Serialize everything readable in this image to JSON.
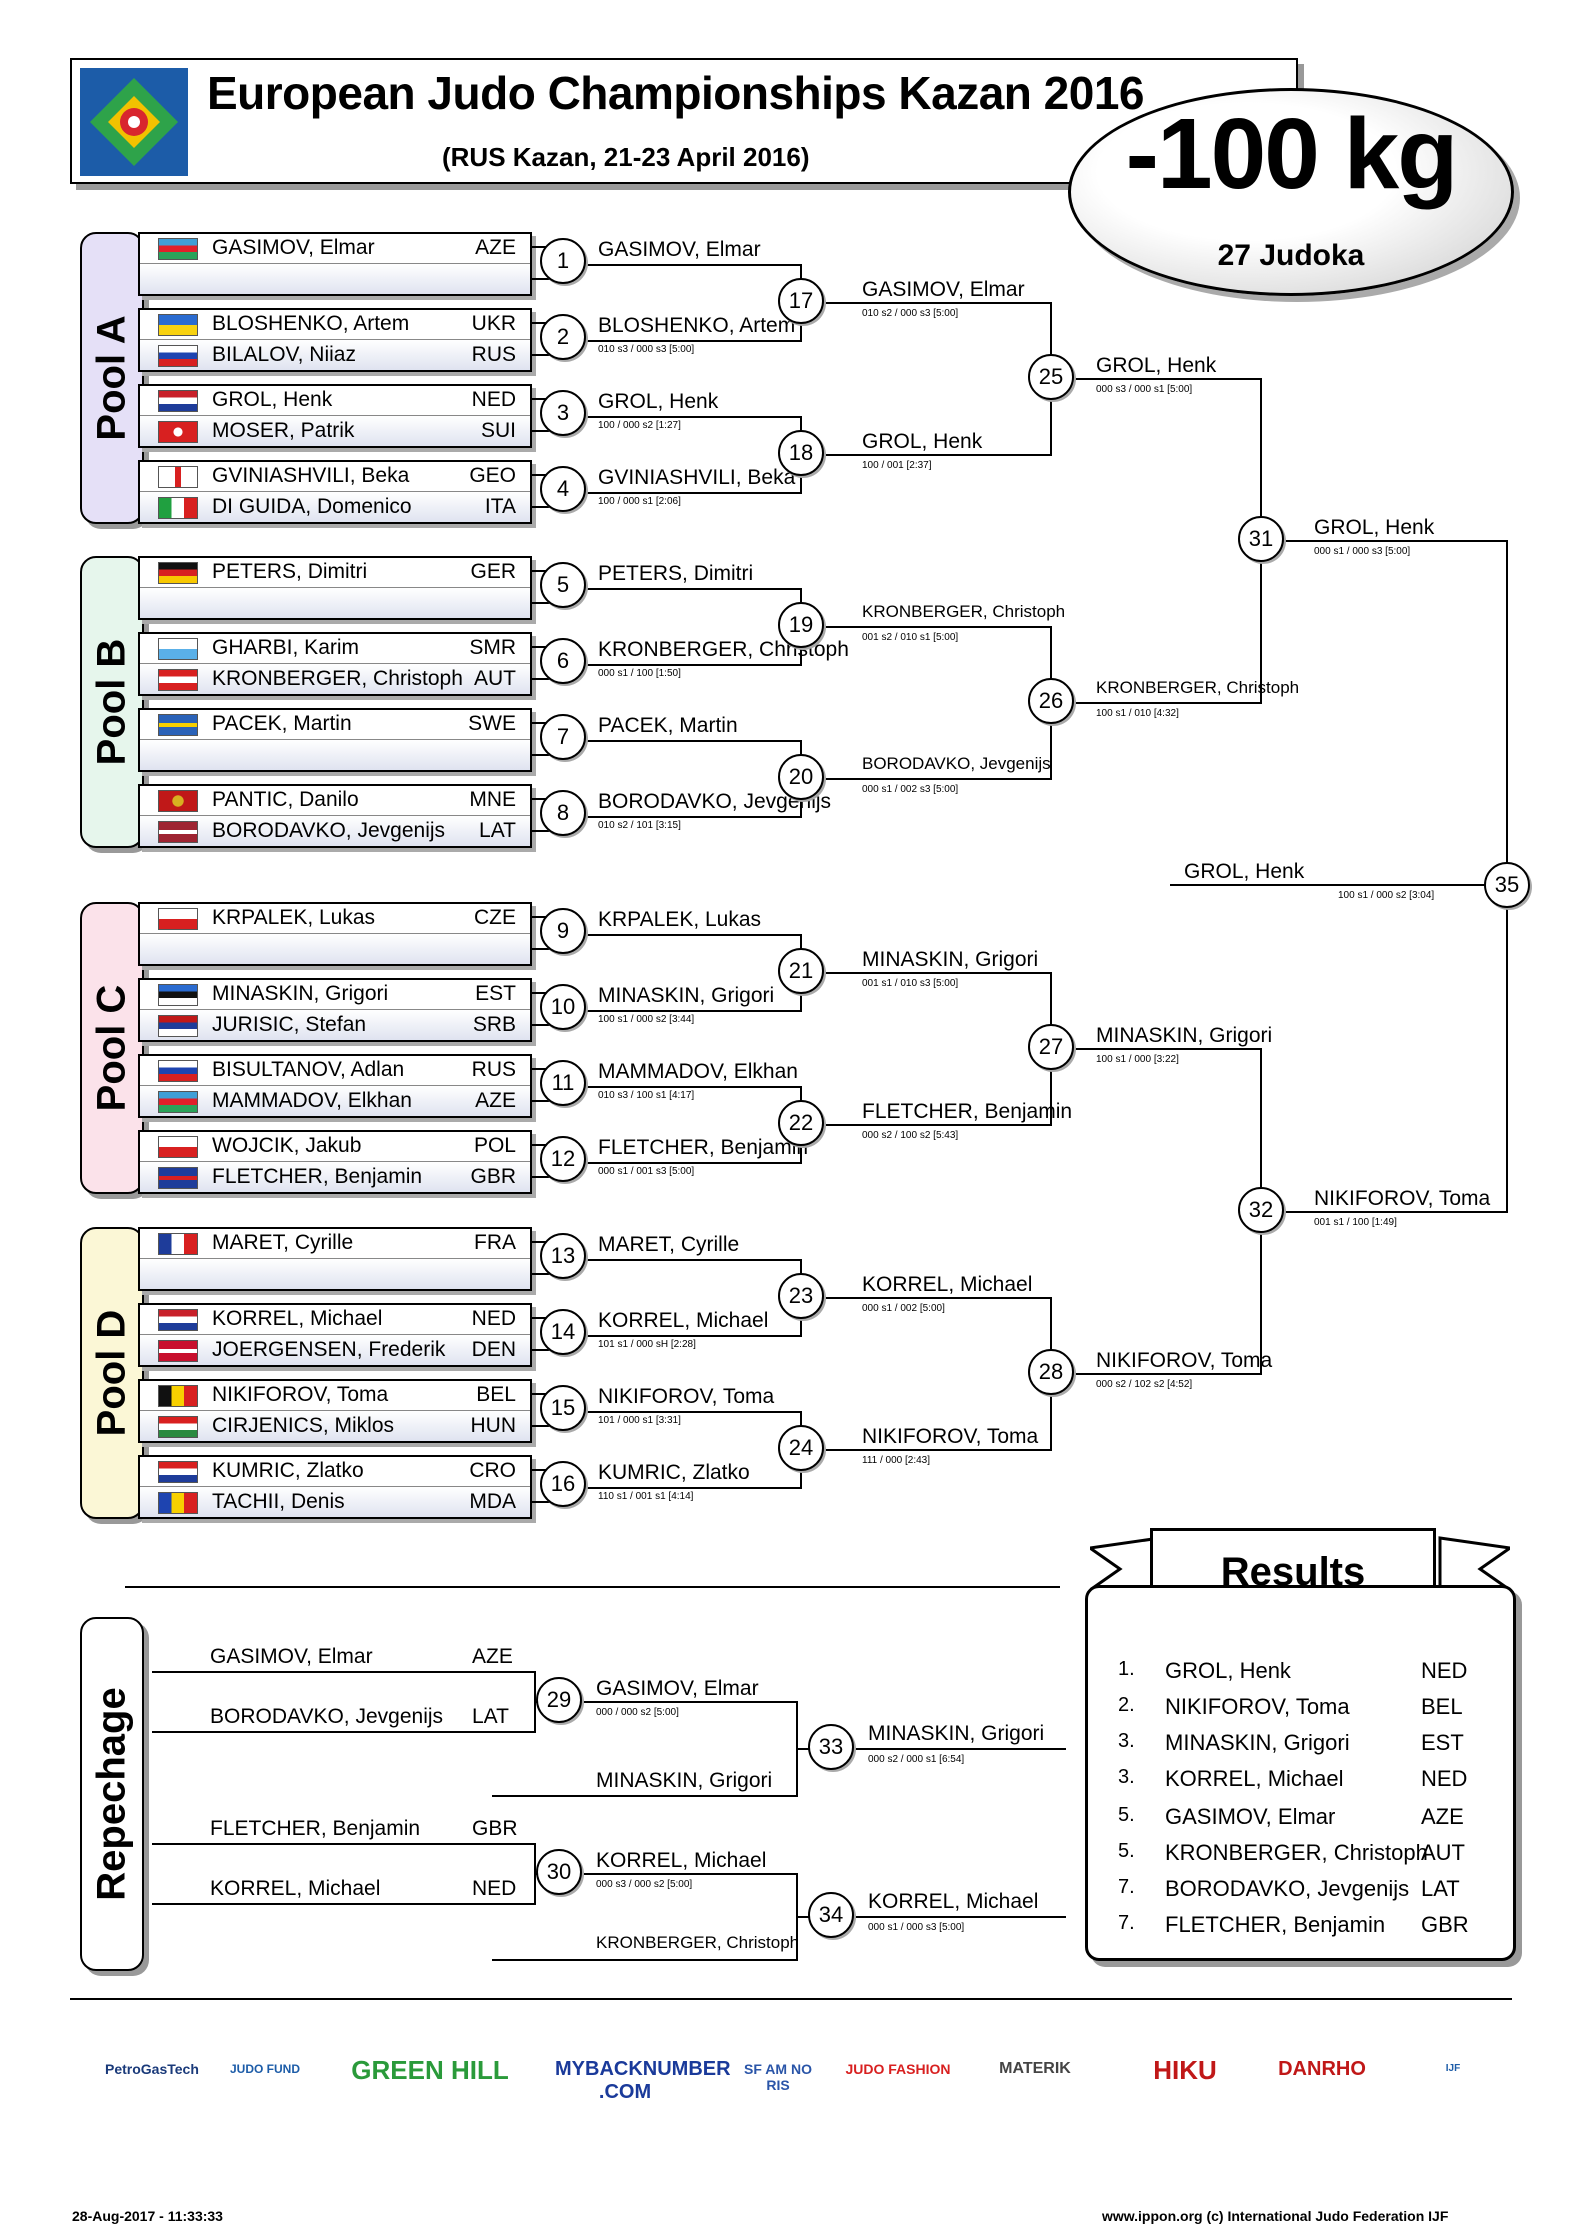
{
  "header": {
    "title": "European Judo Championships Kazan 2016",
    "subtitle": "(RUS Kazan, 21-23 April 2016)",
    "weight": "-100 kg",
    "judoka": "27 Judoka"
  },
  "colors": {
    "poolA": "#e5e0f7",
    "poolB": "#e6f6ec",
    "poolC": "#fbe2ea",
    "poolD": "#fbf7d6"
  },
  "pools": [
    {
      "label": "Pool A",
      "entries": [
        {
          "n1": "GASIMOV, Elmar",
          "c1": "AZE",
          "n2": "",
          "c2": ""
        },
        {
          "n1": "BLOSHENKO, Artem",
          "c1": "UKR",
          "n2": "BILALOV, Niiaz",
          "c2": "RUS"
        },
        {
          "n1": "GROL, Henk",
          "c1": "NED",
          "n2": "MOSER, Patrik",
          "c2": "SUI"
        },
        {
          "n1": "GVINIASHVILI, Beka",
          "c1": "GEO",
          "n2": "DI GUIDA, Domenico",
          "c2": "ITA"
        }
      ]
    },
    {
      "label": "Pool B",
      "entries": [
        {
          "n1": "PETERS, Dimitri",
          "c1": "GER",
          "n2": "",
          "c2": ""
        },
        {
          "n1": "GHARBI, Karim",
          "c1": "SMR",
          "n2": "KRONBERGER, Christoph",
          "c2": "AUT"
        },
        {
          "n1": "PACEK, Martin",
          "c1": "SWE",
          "n2": "",
          "c2": ""
        },
        {
          "n1": "PANTIC, Danilo",
          "c1": "MNE",
          "n2": "BORODAVKO, Jevgenijs",
          "c2": "LAT"
        }
      ]
    },
    {
      "label": "Pool C",
      "entries": [
        {
          "n1": "KRPALEK, Lukas",
          "c1": "CZE",
          "n2": "",
          "c2": ""
        },
        {
          "n1": "MINASKIN, Grigori",
          "c1": "EST",
          "n2": "JURISIC, Stefan",
          "c2": "SRB"
        },
        {
          "n1": "BISULTANOV, Adlan",
          "c1": "RUS",
          "n2": "MAMMADOV, Elkhan",
          "c2": "AZE"
        },
        {
          "n1": "WOJCIK, Jakub",
          "c1": "POL",
          "n2": "FLETCHER, Benjamin",
          "c2": "GBR"
        }
      ]
    },
    {
      "label": "Pool D",
      "entries": [
        {
          "n1": "MARET, Cyrille",
          "c1": "FRA",
          "n2": "",
          "c2": ""
        },
        {
          "n1": "KORREL, Michael",
          "c1": "NED",
          "n2": "JOERGENSEN, Frederik",
          "c2": "DEN"
        },
        {
          "n1": "NIKIFOROV, Toma",
          "c1": "BEL",
          "n2": "CIRJENICS, Miklos",
          "c2": "HUN"
        },
        {
          "n1": "KUMRIC, Zlatko",
          "c1": "CRO",
          "n2": "TACHII, Denis",
          "c2": "MDA"
        }
      ]
    }
  ],
  "r1": [
    {
      "num": "1",
      "w": "GASIMOV, Elmar",
      "s": ""
    },
    {
      "num": "2",
      "w": "BLOSHENKO, Artem",
      "s": "010 s3 / 000 s3 [5:00]"
    },
    {
      "num": "3",
      "w": "GROL, Henk",
      "s": "100  / 000 s2 [1:27]"
    },
    {
      "num": "4",
      "w": "GVINIASHVILI, Beka",
      "s": "100  / 000 s1 [2:06]"
    },
    {
      "num": "5",
      "w": "PETERS, Dimitri",
      "s": ""
    },
    {
      "num": "6",
      "w": "KRONBERGER, Christoph",
      "s": "000 s1 / 100  [1:50]"
    },
    {
      "num": "7",
      "w": "PACEK, Martin",
      "s": ""
    },
    {
      "num": "8",
      "w": "BORODAVKO, Jevgenijs",
      "s": "010 s2 / 101  [3:15]"
    },
    {
      "num": "9",
      "w": "KRPALEK, Lukas",
      "s": ""
    },
    {
      "num": "10",
      "w": "MINASKIN, Grigori",
      "s": "100 s1 / 000 s2 [3:44]"
    },
    {
      "num": "11",
      "w": "MAMMADOV, Elkhan",
      "s": "010 s3 / 100 s1 [4:17]"
    },
    {
      "num": "12",
      "w": "FLETCHER, Benjamin",
      "s": "000 s1 / 001 s3 [5:00]"
    },
    {
      "num": "13",
      "w": "MARET, Cyrille",
      "s": ""
    },
    {
      "num": "14",
      "w": "KORREL, Michael",
      "s": "101 s1 / 000 sH [2:28]"
    },
    {
      "num": "15",
      "w": "NIKIFOROV, Toma",
      "s": "101  / 000 s1 [3:31]"
    },
    {
      "num": "16",
      "w": "KUMRIC, Zlatko",
      "s": "110 s1 / 001 s1 [4:14]"
    }
  ],
  "r2": [
    {
      "num": "17",
      "w": "GASIMOV, Elmar",
      "s": "010 s2 / 000 s3 [5:00]"
    },
    {
      "num": "18",
      "w": "GROL, Henk",
      "s": "100  / 001  [2:37]"
    },
    {
      "num": "19",
      "w": "KRONBERGER, Christoph",
      "s": "001 s2 / 010 s1 [5:00]"
    },
    {
      "num": "20",
      "w": "BORODAVKO, Jevgenijs",
      "s": "000 s1 / 002 s3 [5:00]"
    },
    {
      "num": "21",
      "w": "MINASKIN, Grigori",
      "s": "001 s1 / 010 s3 [5:00]"
    },
    {
      "num": "22",
      "w": "FLETCHER, Benjamin",
      "s": "000 s2 / 100 s2 [5:43]"
    },
    {
      "num": "23",
      "w": "KORREL, Michael",
      "s": "000 s1 / 002  [5:00]"
    },
    {
      "num": "24",
      "w": "NIKIFOROV, Toma",
      "s": "111  / 000  [2:43]"
    }
  ],
  "r3": [
    {
      "num": "25",
      "w": "GROL, Henk",
      "s": "000 s3 / 000 s1 [5:00]"
    },
    {
      "num": "26",
      "w": "KRONBERGER, Christoph",
      "s": "100 s1 / 010  [4:32]"
    },
    {
      "num": "27",
      "w": "MINASKIN, Grigori",
      "s": "100 s1 / 000  [3:22]"
    },
    {
      "num": "28",
      "w": "NIKIFOROV, Toma",
      "s": "000 s2 / 102 s2 [4:52]"
    }
  ],
  "r4": [
    {
      "num": "31",
      "w": "GROL, Henk",
      "s": "000 s1 / 000 s3 [5:00]"
    },
    {
      "num": "32",
      "w": "NIKIFOROV, Toma",
      "s": "001 s1 / 100  [1:49]"
    }
  ],
  "final": {
    "num": "35",
    "w": "GROL, Henk",
    "s": "100 s1 / 000 s2 [3:04]"
  },
  "repechage": {
    "label": "Repechage",
    "entrants": [
      {
        "n": "GASIMOV, Elmar",
        "c": "AZE"
      },
      {
        "n": "BORODAVKO, Jevgenijs",
        "c": "LAT"
      },
      {
        "n": "FLETCHER, Benjamin",
        "c": "GBR"
      },
      {
        "n": "KORREL, Michael",
        "c": "NED"
      }
    ],
    "b29": {
      "num": "29",
      "w": "GASIMOV, Elmar",
      "s": "000  / 000 s2 [5:00]",
      "opp": "MINASKIN, Grigori"
    },
    "b30": {
      "num": "30",
      "w": "KORREL, Michael",
      "s": "000 s3 / 000 s2 [5:00]",
      "opp": "KRONBERGER, Christoph"
    },
    "b33": {
      "num": "33",
      "w": "MINASKIN, Grigori",
      "s": "000 s2 / 000 s1 [6:54]"
    },
    "b34": {
      "num": "34",
      "w": "KORREL, Michael",
      "s": "000 s1 / 000 s3 [5:00]"
    }
  },
  "results": {
    "title": "Results",
    "rows": [
      {
        "p": "1.",
        "n": "GROL, Henk",
        "c": "NED"
      },
      {
        "p": "2.",
        "n": "NIKIFOROV, Toma",
        "c": "BEL"
      },
      {
        "p": "3.",
        "n": "MINASKIN, Grigori",
        "c": "EST"
      },
      {
        "p": "3.",
        "n": "KORREL, Michael",
        "c": "NED"
      },
      {
        "p": "5.",
        "n": "GASIMOV, Elmar",
        "c": "AZE"
      },
      {
        "p": "5.",
        "n": "KRONBERGER, Christoph",
        "c": "AUT"
      },
      {
        "p": "7.",
        "n": "BORODAVKO, Jevgenijs",
        "c": "LAT"
      },
      {
        "p": "7.",
        "n": "FLETCHER, Benjamin",
        "c": "GBR"
      }
    ]
  },
  "sponsors": [
    "PetroGasTech",
    "JUDO FUND",
    "GREEN HILL",
    "MYBACKNUMBER .COM",
    "SF AM NO RIS",
    "JUDO FASHION",
    "MATERIK",
    "HIKU",
    "DANRHO",
    "IJF"
  ],
  "footer": {
    "date": "28-Aug-2017 - 11:33:33",
    "credit": "www.ippon.org  (c) International Judo Federation IJF"
  }
}
